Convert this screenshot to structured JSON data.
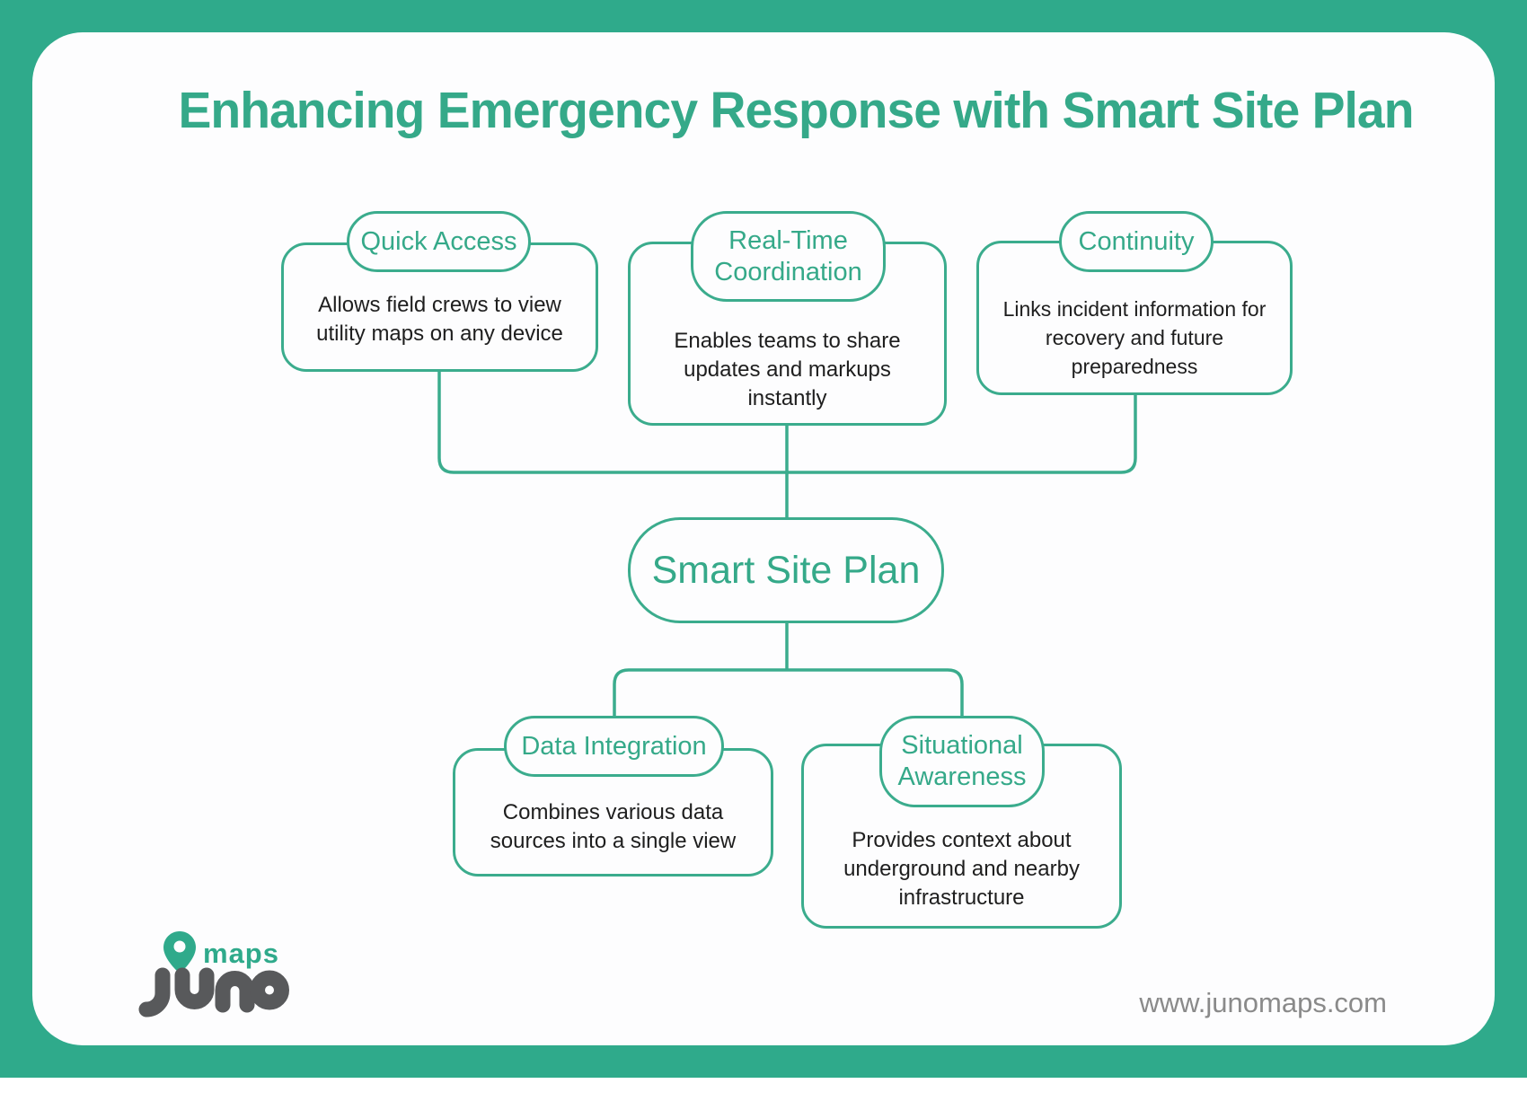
{
  "title": "Enhancing Emergency Response with Smart Site Plan",
  "center_node": {
    "label": "Smart Site Plan"
  },
  "nodes": [
    {
      "id": "quick-access",
      "label": "Quick Access",
      "description": "Allows field crews to view\nutility maps on any device"
    },
    {
      "id": "real-time-coordination",
      "label": "Real-Time\nCoordination",
      "description": "Enables teams to share\nupdates and markups\ninstantly"
    },
    {
      "id": "continuity",
      "label": "Continuity",
      "description": "Links incident information for\nrecovery and future\npreparedness"
    },
    {
      "id": "data-integration",
      "label": "Data Integration",
      "description": "Combines various data\nsources into a single view"
    },
    {
      "id": "situational-awareness",
      "label": "Situational\nAwareness",
      "description": "Provides context about\nunderground and nearby\ninfrastructure"
    }
  ],
  "footer": {
    "logo_maps_text": "maps",
    "logo_name": "juno",
    "website": "www.junomaps.com"
  },
  "icons": {
    "map_pin": "map-pin-icon"
  },
  "colors": {
    "frame_green": "#2FAA8B",
    "stroke_green": "#3BAC8D",
    "accent_green": "#35A989",
    "body_text": "#1E1E1E",
    "logo_gray": "#58595B",
    "url_gray": "#8A8A8A",
    "card_white": "#FDFDFE"
  }
}
